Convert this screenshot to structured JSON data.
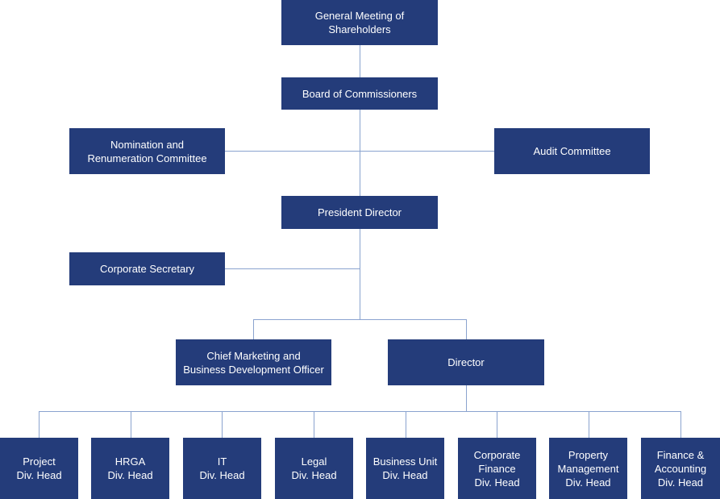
{
  "chart": {
    "gms": "General Meeting of\nShareholders",
    "boc": "Board of Commissioners",
    "nomination": "Nomination and\nRenumeration Committee",
    "audit": "Audit Committee",
    "president": "President Director",
    "corp_secretary": "Corporate Secretary",
    "cmo": "Chief Marketing and\nBusiness Development Officer",
    "director": "Director",
    "divisions": [
      "Project\nDiv. Head",
      "HRGA\nDiv. Head",
      "IT\nDiv. Head",
      "Legal\nDiv. Head",
      "Business Unit\nDiv. Head",
      "Corporate\nFinance\nDiv. Head",
      "Property\nManagement\nDiv. Head",
      "Finance &\nAccounting\nDiv. Head"
    ]
  },
  "colors": {
    "box": "#243c7a",
    "line": "#8aa3cf",
    "text": "#ffffff"
  }
}
